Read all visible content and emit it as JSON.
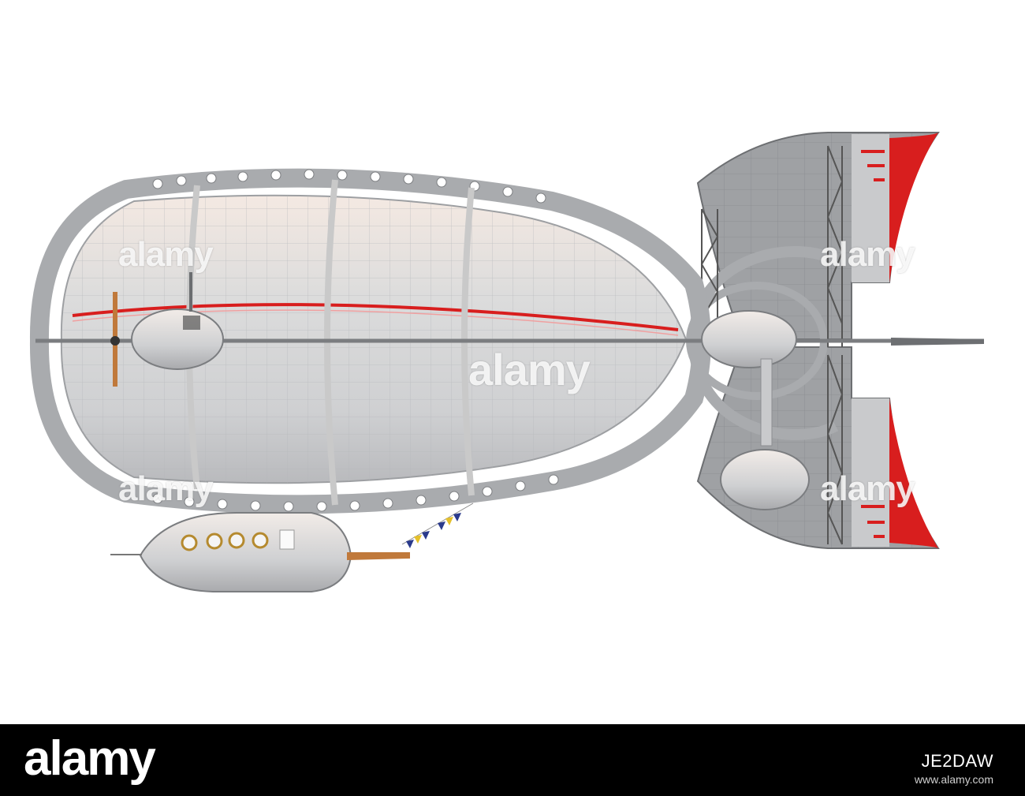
{
  "image": {
    "description_subject": "fantasy-airship",
    "background_color": "#ffffff",
    "hull_color": "#d9d9d9",
    "frame_color": "#a9abae",
    "stripe_color": "#d81e1e",
    "fin_color": "#9a9c9f",
    "brand_bar_color": "#000000"
  },
  "watermark": {
    "text": "alamy"
  },
  "brand": {
    "logo": "alamy",
    "image_id": "JE2DAW",
    "url": "www.alamy.com"
  }
}
